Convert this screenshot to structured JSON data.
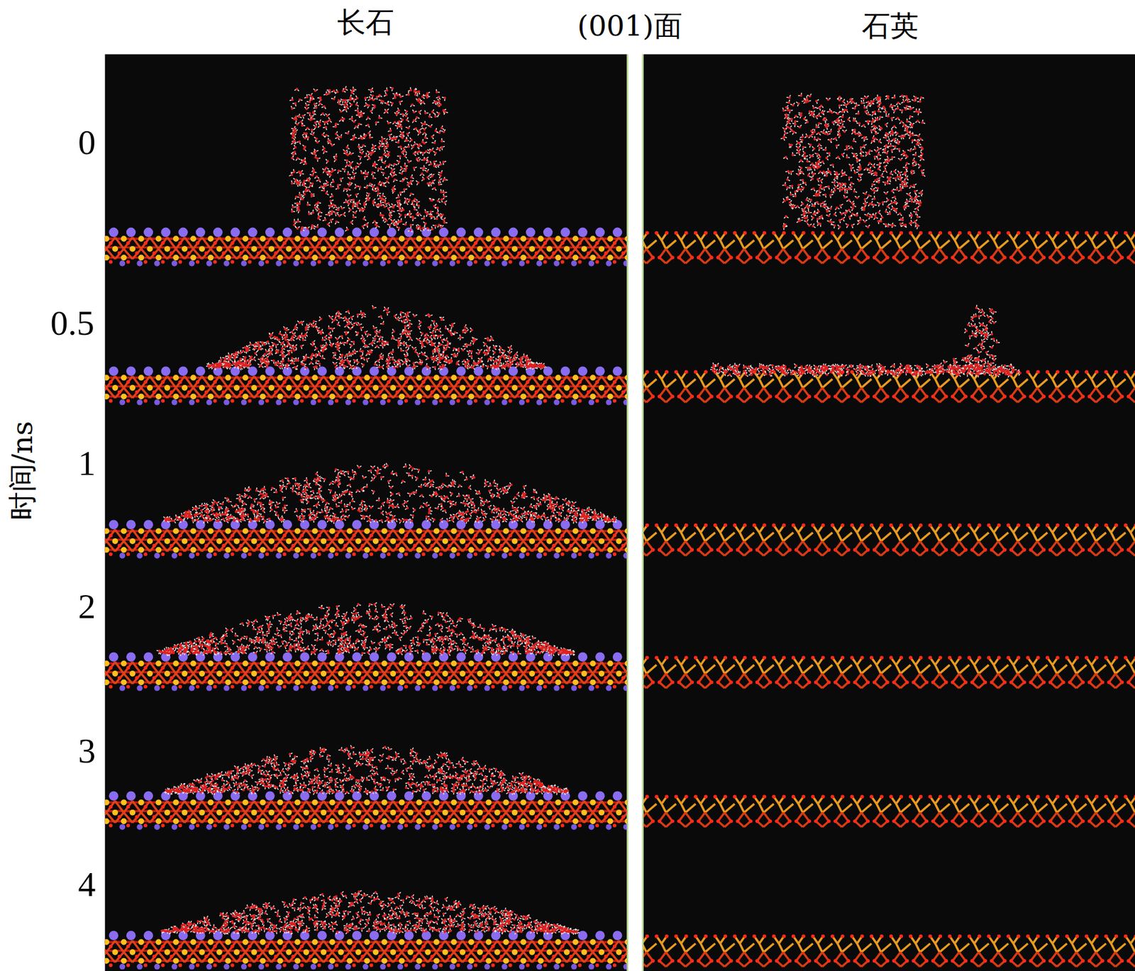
{
  "diagram": {
    "labels": [
      "长石",
      "(001)面",
      "石英",
      "时间/ns",
      "0",
      "0.5",
      "1",
      "2",
      "3",
      "4"
    ]
  }
}
